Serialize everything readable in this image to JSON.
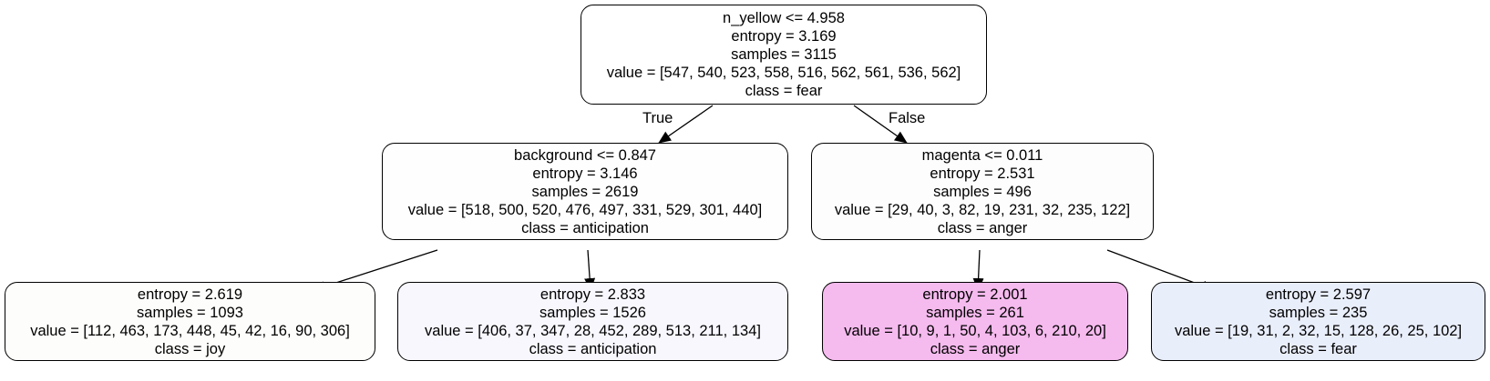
{
  "tree": {
    "nodes": [
      {
        "id": "root",
        "split": "n_yellow <= 4.958",
        "entropy": "entropy = 3.169",
        "samples": "samples = 3115",
        "value": "value = [547, 540, 523, 558, 516, 562, 561, 536, 562]",
        "class_label": "class = fear",
        "fill": "#ffffff"
      },
      {
        "id": "left",
        "split": "background <= 0.847",
        "entropy": "entropy = 3.146",
        "samples": "samples = 2619",
        "value": "value = [518, 500, 520, 476, 497, 331, 529, 301, 440]",
        "class_label": "class = anticipation",
        "fill": "#fefefe"
      },
      {
        "id": "right",
        "split": "magenta <= 0.011",
        "entropy": "entropy = 2.531",
        "samples": "samples = 496",
        "value": "value = [29, 40, 3, 82, 19, 231, 32, 235, 122]",
        "class_label": "class = anger",
        "fill": "#fdfdfd"
      },
      {
        "id": "leaf-joy",
        "entropy": "entropy = 2.619",
        "samples": "samples = 1093",
        "value": "value = [112, 463, 173, 448, 45, 42, 16, 90, 306]",
        "class_label": "class = joy",
        "fill": "#fdfdfb"
      },
      {
        "id": "leaf-anticipation",
        "entropy": "entropy = 2.833",
        "samples": "samples = 1526",
        "value": "value = [406, 37, 347, 28, 452, 289, 513, 211, 134]",
        "class_label": "class = anticipation",
        "fill": "#f8f7fe"
      },
      {
        "id": "leaf-anger",
        "entropy": "entropy = 2.001",
        "samples": "samples = 261",
        "value": "value = [10, 9, 1, 50, 4, 103, 6, 210, 20]",
        "class_label": "class = anger",
        "fill": "#f5baee"
      },
      {
        "id": "leaf-fear",
        "entropy": "entropy = 2.597",
        "samples": "samples = 235",
        "value": "value = [19, 31, 2, 32, 15, 128, 26, 25, 102]",
        "class_label": "class = fear",
        "fill": "#e9eefb"
      }
    ],
    "edges": [
      {
        "from": "root",
        "to": "left",
        "label": "True"
      },
      {
        "from": "root",
        "to": "right",
        "label": "False"
      },
      {
        "from": "left",
        "to": "leaf-joy",
        "label": ""
      },
      {
        "from": "left",
        "to": "leaf-anticipation",
        "label": ""
      },
      {
        "from": "right",
        "to": "leaf-anger",
        "label": ""
      },
      {
        "from": "right",
        "to": "leaf-fear",
        "label": ""
      }
    ]
  }
}
